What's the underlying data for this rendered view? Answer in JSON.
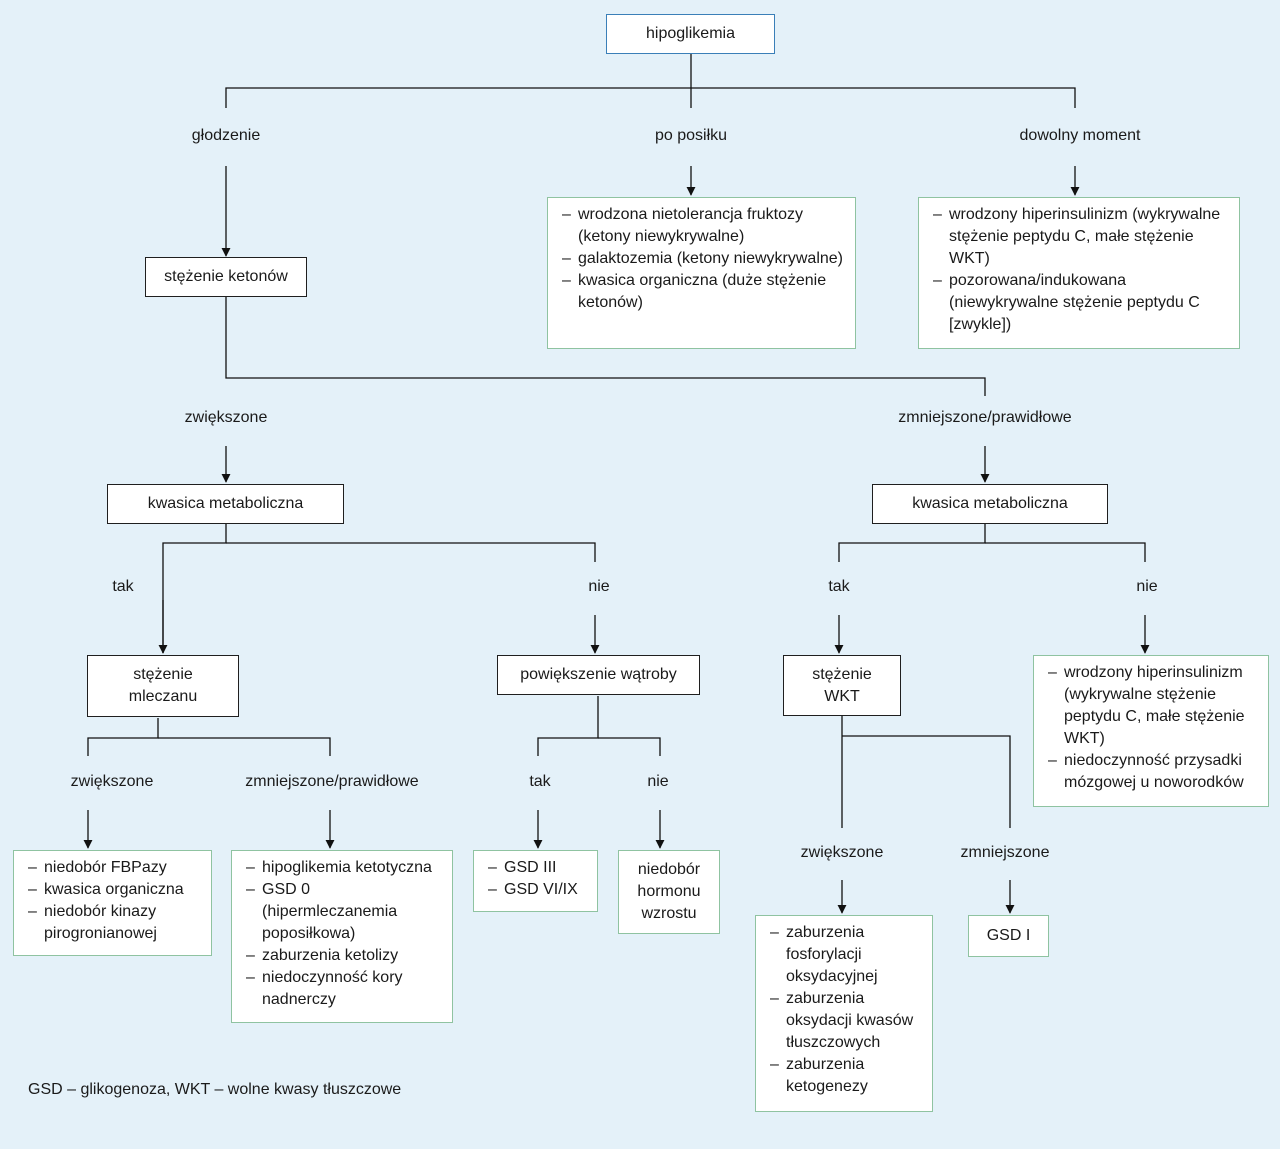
{
  "title": "hipoglikemia",
  "footnote": "GSD – glikogenoza, WKT – wolne kwasy tłuszczowe",
  "level1": {
    "fasting": "głodzenie",
    "postprandial": "po posiłku",
    "any_time": "dowolny moment"
  },
  "ketones": "stężenie ketonów",
  "ketones_up": "zwiększone",
  "ketones_down": "zmniejszone/prawidłowe",
  "postprandial_causes": [
    "wrodzona nietolerancja fruktozy (ketony niewykrywalne)",
    "galaktozemia (ketony niewykrywalne)",
    "kwasica organiczna (duże stężenie ketonów)"
  ],
  "anytime_causes": [
    "wrodzony hiperinsulinizm (wykrywalne stężenie peptydu C, małe stężenie WKT)",
    "pozorowana/indukowana (niewykrywalne stężenie peptydu C [zwykle])"
  ],
  "acidosis_left": "kwasica metaboliczna",
  "acidosis_right": "kwasica metaboliczna",
  "yes": "tak",
  "no": "nie",
  "lactate": "stężenie\nmleczanu",
  "liver": "powiększenie wątroby",
  "wkt": "stężenie\nWKT",
  "lactate_up": "zwiększone",
  "lactate_down": "zmniejszone/prawidłowe",
  "wkt_up": "zwiększone",
  "wkt_down": "zmniejszone",
  "lactate_up_causes": [
    "niedobór FBPazy",
    "kwasica organiczna",
    "niedobór kinazy pirogronianowej"
  ],
  "lactate_down_causes": [
    "hipoglikemia ketotyczna",
    "GSD 0 (hipermleczanemia poposiłkowa)",
    "zaburzenia ketolizy",
    "niedoczynność kory nadnerczy"
  ],
  "liver_yes_causes": [
    "GSD III",
    "GSD VI/IX"
  ],
  "liver_no_cause": "niedobór\nhormonu\nwzrostu",
  "right_no_causes": [
    "wrodzony hiperinsulinizm (wykrywalne stężenie peptydu C, małe stężenie WKT)",
    "niedoczynność przysadki mózgowej u noworodków"
  ],
  "wkt_up_causes": [
    "zaburzenia fosforylacji oksydacyjnej",
    "zaburzenia oksydacji kwasów tłuszczowych",
    "zaburzenia ketogenezy"
  ],
  "wkt_down_cause": "GSD I"
}
